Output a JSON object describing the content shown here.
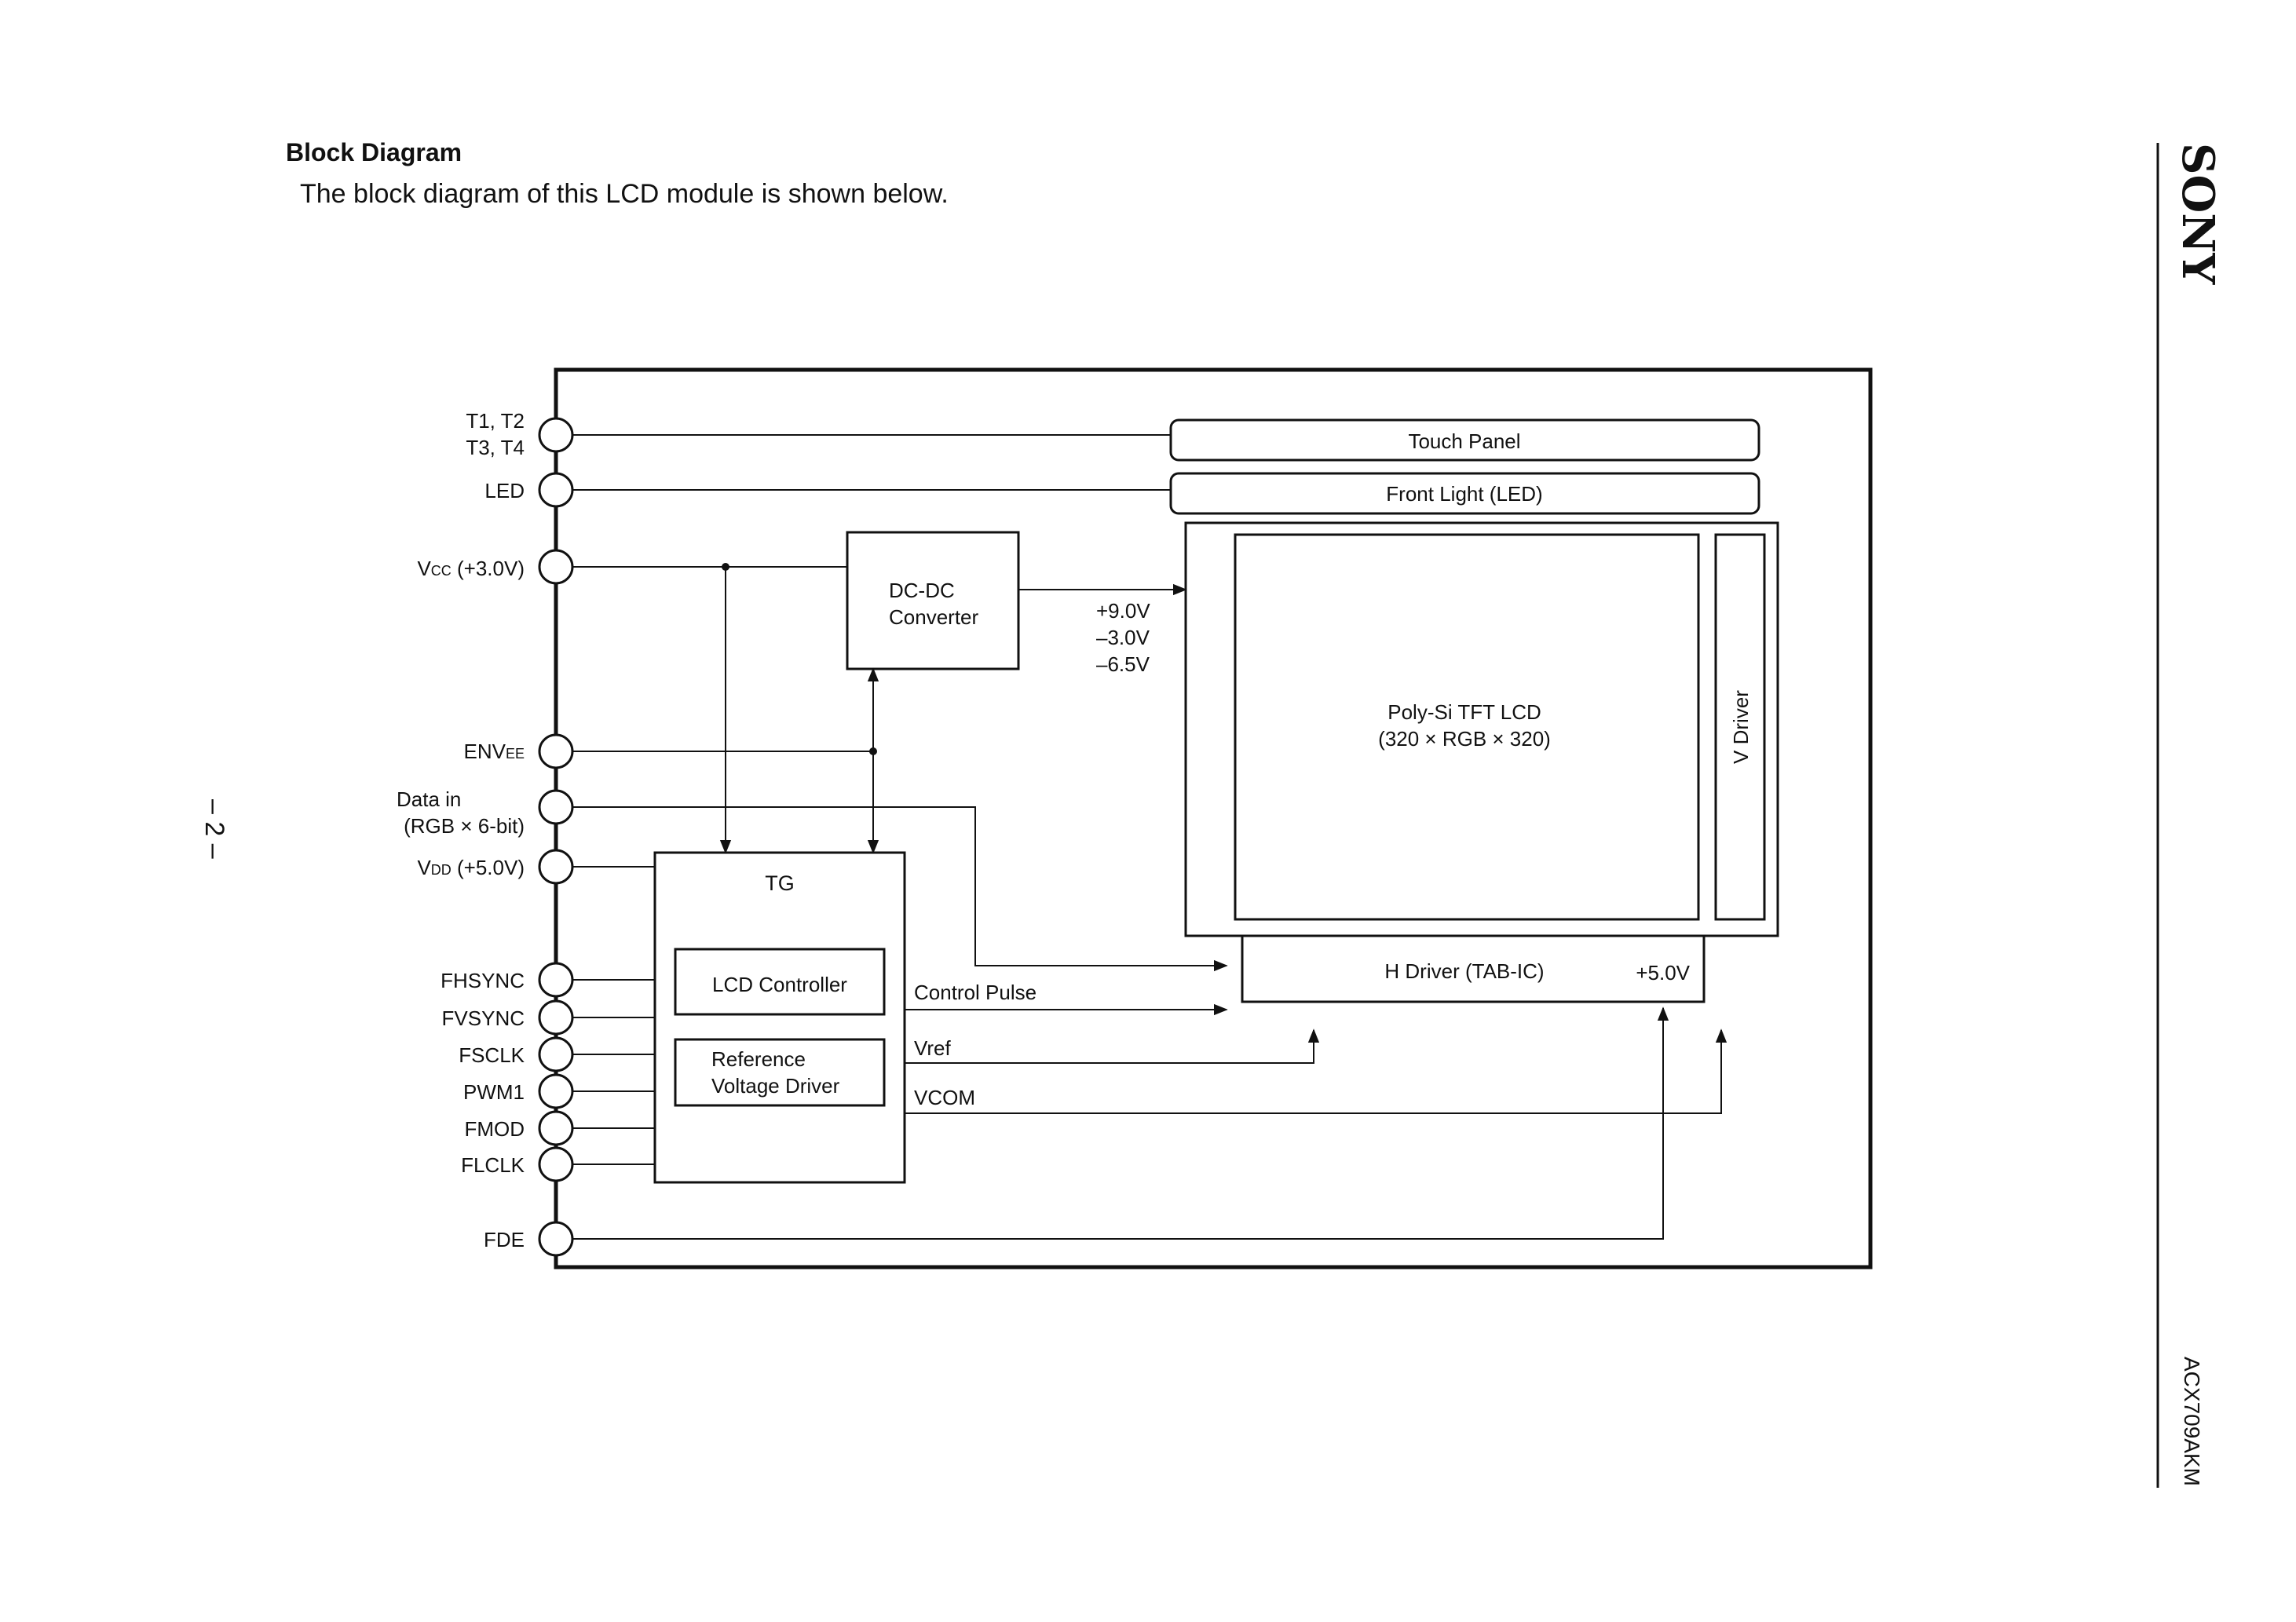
{
  "header": {
    "title": "Block Diagram",
    "subtitle": "The block diagram of this LCD module is shown below."
  },
  "page_number": "– 2 –",
  "brand": "SONY",
  "part_number": "ACX709AKM",
  "pins": {
    "t_line1": "T1, T2",
    "t_line2": "T3, T4",
    "led": "LED",
    "vcc_main": "V",
    "vcc_sub": "CC",
    "vcc_tail": " (+3.0V)",
    "envee_main": "ENV",
    "envee_sub": "EE",
    "data_line1": "Data in",
    "data_line2": "(RGB × 6-bit)",
    "vdd_main": "V",
    "vdd_sub": "DD",
    "vdd_tail": " (+5.0V)",
    "fhsync": "FHSYNC",
    "fvsync": "FVSYNC",
    "fsclk": "FSCLK",
    "pwm1": "PWM1",
    "fmod": "FMOD",
    "flclk": "FLCLK",
    "fde": "FDE"
  },
  "blocks": {
    "touch_panel": "Touch Panel",
    "front_light": "Front Light (LED)",
    "dcdc_line1": "DC-DC",
    "dcdc_line2": "Converter",
    "tg": "TG",
    "lcd_controller": "LCD Controller",
    "ref_line1": "Reference",
    "ref_line2": "Voltage Driver",
    "tft_line1": "Poly-Si TFT LCD",
    "tft_line2": "(320 × RGB × 320)",
    "v_driver": "V Driver",
    "h_driver": "H Driver (TAB-IC)",
    "h_driver_voltage": "+5.0V"
  },
  "signals": {
    "v_plus9": "+9.0V",
    "v_minus3": "–3.0V",
    "v_minus65": "–6.5V",
    "control_pulse": "Control Pulse",
    "vref": "Vref",
    "vcom": "VCOM"
  }
}
